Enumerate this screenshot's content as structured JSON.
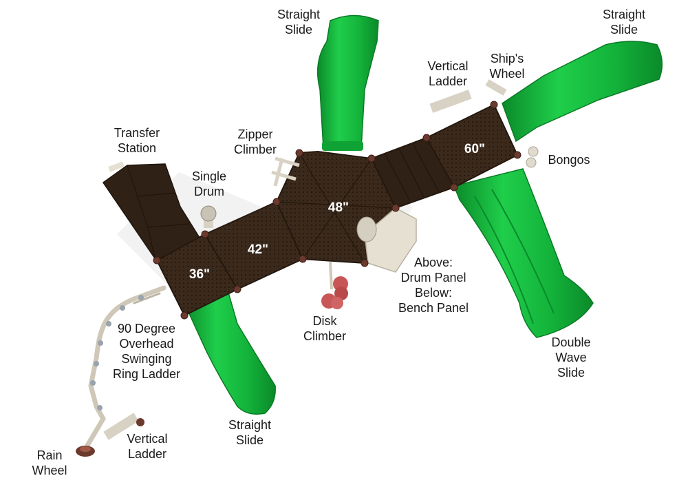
{
  "colors": {
    "deck": "#3b2a1c",
    "deck_edge": "#2a1c11",
    "slide": "#13b23a",
    "slide_dark": "#0b8a2a",
    "post": "#6b3a2e",
    "metal": "#d8d2c4",
    "disk": "#c85656",
    "panel": "#e6e0d2"
  },
  "decks": [
    {
      "label": "36\""
    },
    {
      "label": "42\""
    },
    {
      "label": "48\""
    },
    {
      "label": "60\""
    }
  ],
  "labels": {
    "straight_slide_top": [
      "Straight",
      "Slide"
    ],
    "straight_slide_right": [
      "Straight",
      "Slide"
    ],
    "straight_slide_bottom": [
      "Straight",
      "Slide"
    ],
    "vertical_ladder_top": [
      "Vertical",
      "Ladder"
    ],
    "ships_wheel": [
      "Ship's",
      "Wheel"
    ],
    "transfer_station": [
      "Transfer",
      "Station"
    ],
    "zipper_climber": [
      "Zipper",
      "Climber"
    ],
    "single_drum": [
      "Single",
      "Drum"
    ],
    "bongos": [
      "Bongos"
    ],
    "drum_bench_panel": [
      "Above:",
      "Drum Panel",
      "Below:",
      "Bench Panel"
    ],
    "disk_climber": [
      "Disk",
      "Climber"
    ],
    "ring_ladder": [
      "90 Degree",
      "Overhead",
      "Swinging",
      "Ring Ladder"
    ],
    "double_wave_slide": [
      "Double",
      "Wave",
      "Slide"
    ],
    "vertical_ladder_bottom": [
      "Vertical",
      "Ladder"
    ],
    "rain_wheel": [
      "Rain",
      "Wheel"
    ]
  }
}
